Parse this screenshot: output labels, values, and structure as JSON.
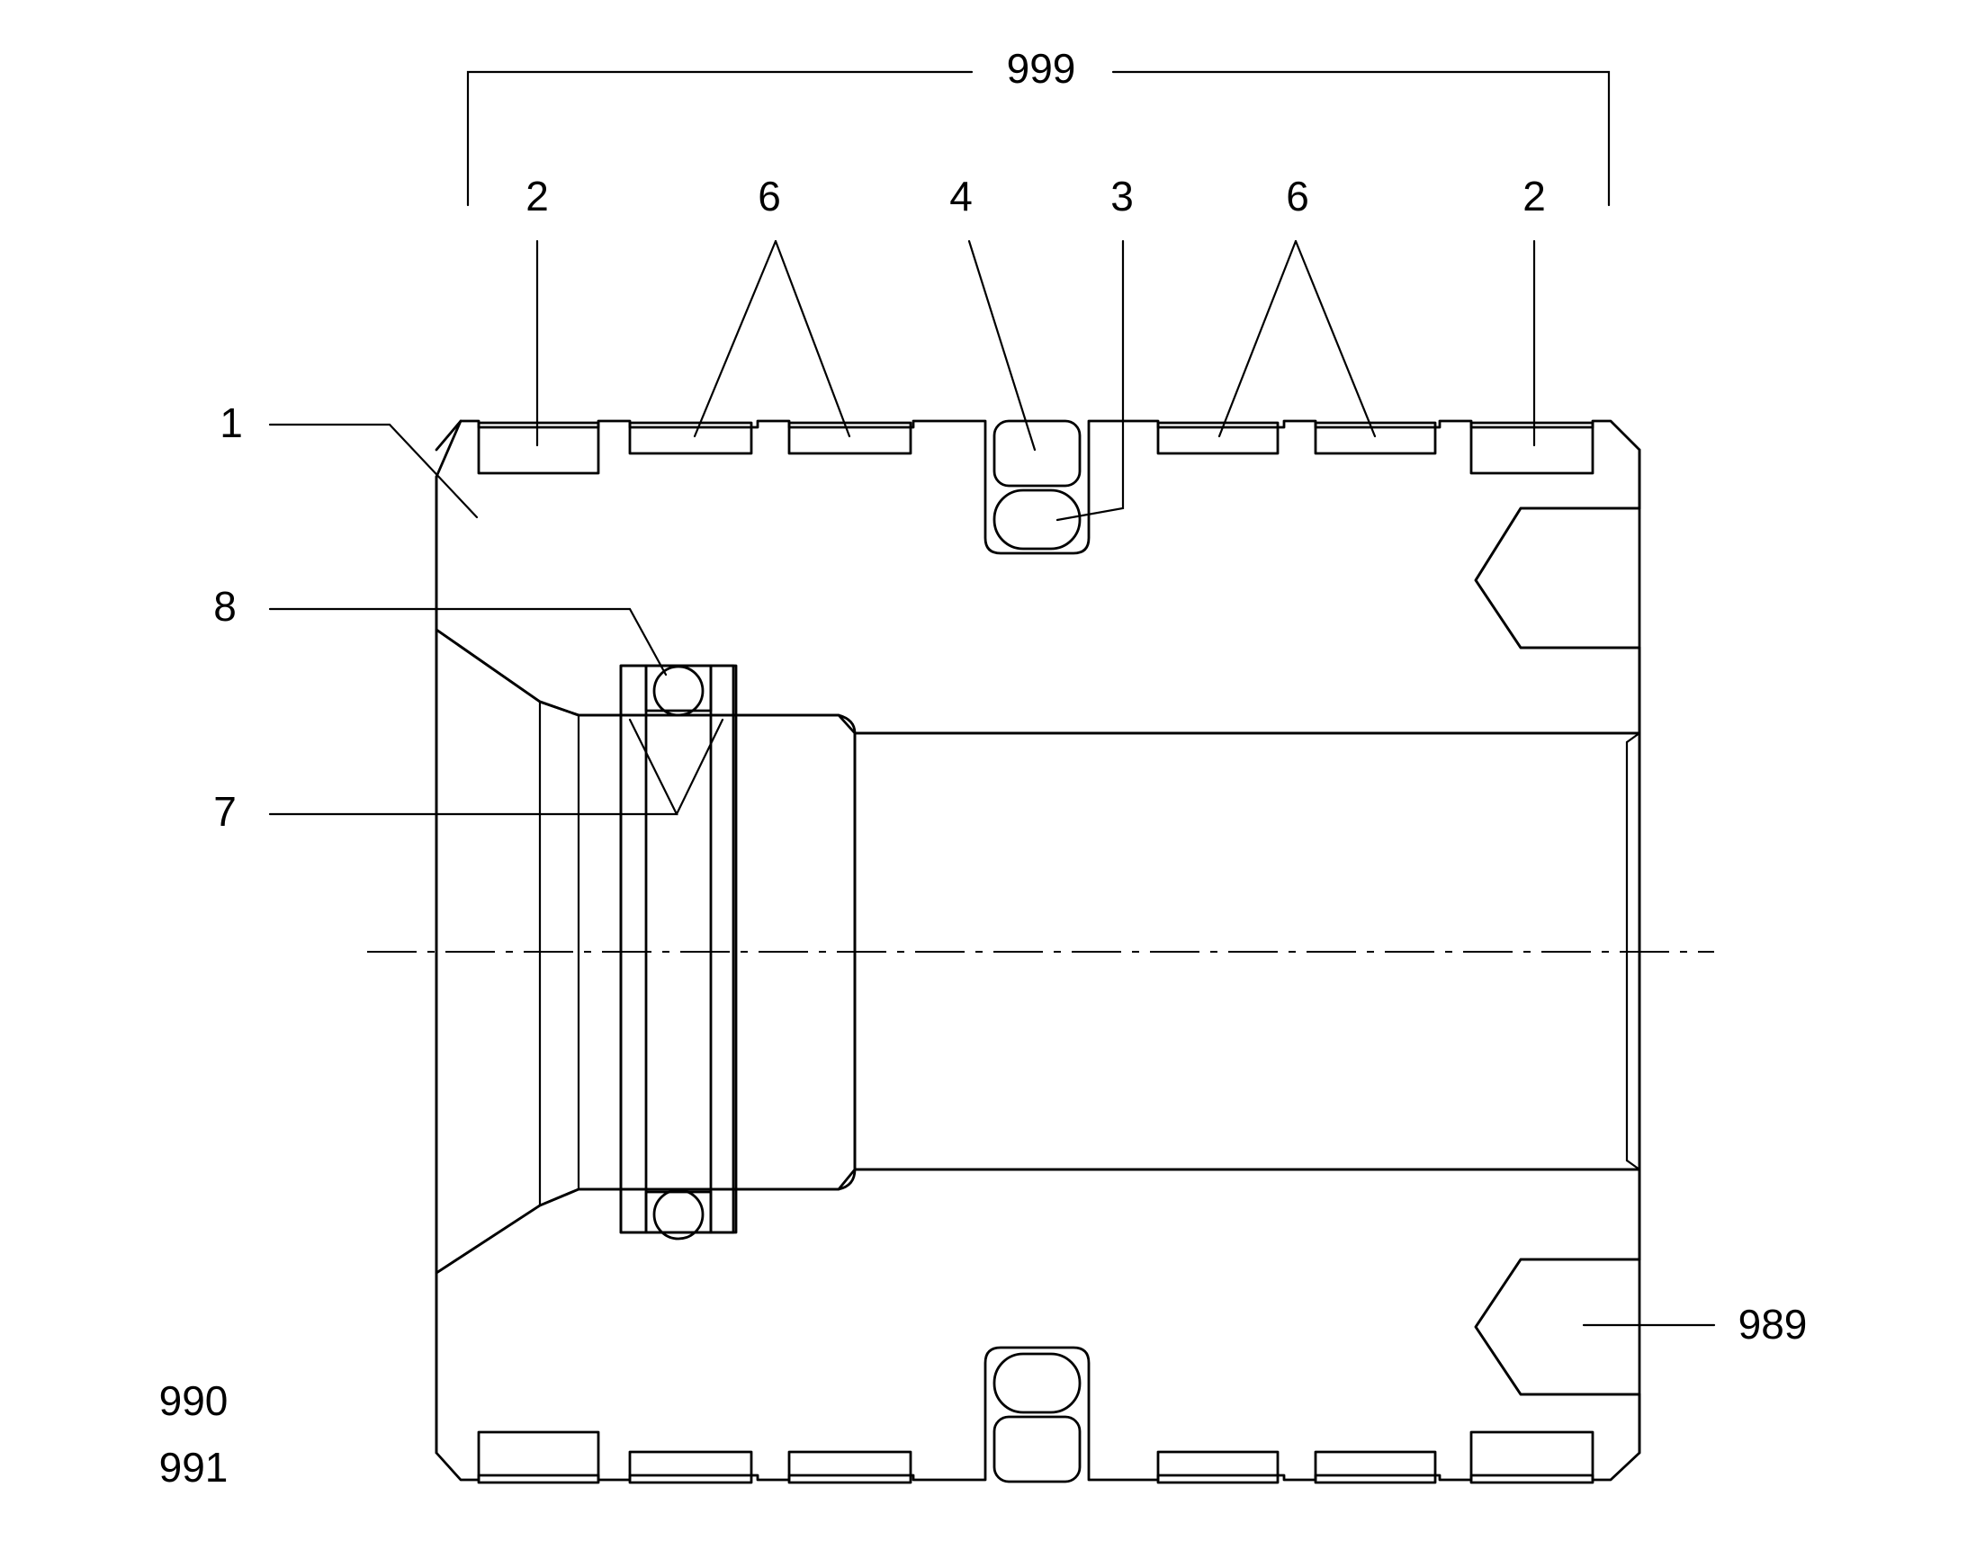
{
  "diagram": {
    "colors": {
      "stroke": "#000000",
      "background": "#ffffff"
    },
    "labels": {
      "assembly": "999",
      "housing": "1",
      "outer_left_ring": "2",
      "outer_right_ring": "2",
      "bearing_bands_left": "6",
      "bearing_bands_right": "6",
      "seal_ring": "4",
      "o_ring": "3",
      "inner_ball": "8",
      "retainer": "7",
      "threaded_hole": "989",
      "ref_a": "990",
      "ref_b": "991"
    }
  }
}
